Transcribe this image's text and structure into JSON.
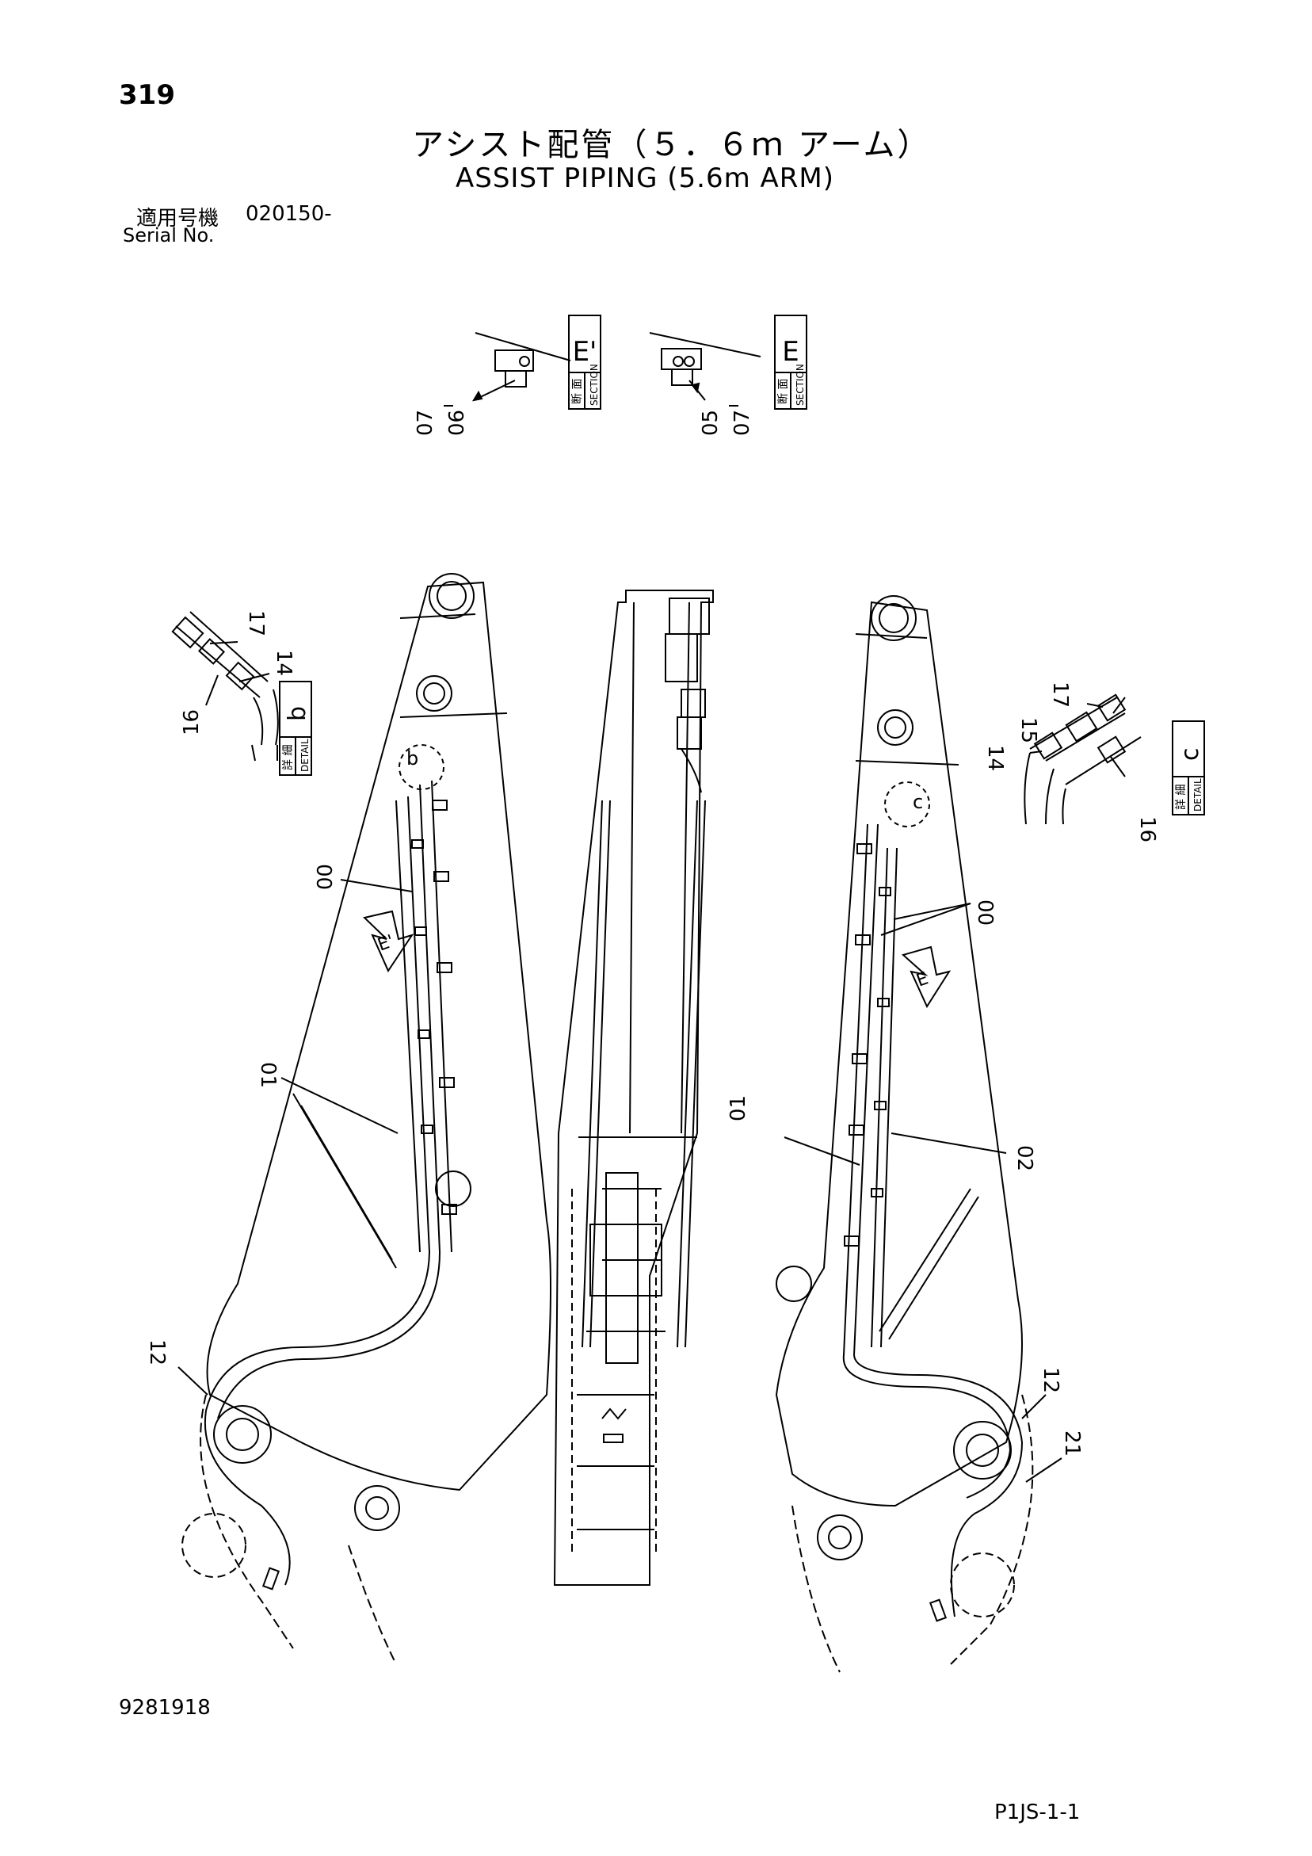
{
  "header": {
    "page_number": "319",
    "title_jp": "アシスト配管（５．６ｍ アーム）",
    "title_en": "ASSIST PIPING (5.6m ARM)",
    "serial_jp_label": "適用号機",
    "serial_value": "020150-",
    "serial_en_label": "Serial No."
  },
  "sections": [
    {
      "letter": "E'",
      "jp": "断 面",
      "en": "SECTION",
      "callouts": [
        "07",
        "06"
      ]
    },
    {
      "letter": "E",
      "jp": "断 面",
      "en": "SECTION",
      "callouts": [
        "05",
        "07"
      ]
    }
  ],
  "details": [
    {
      "letter": "b",
      "jp": "詳 細",
      "en": "DETAIL",
      "callouts": [
        "17",
        "14",
        "16"
      ]
    },
    {
      "letter": "c",
      "jp": "詳 細",
      "en": "DETAIL",
      "callouts": [
        "15",
        "17",
        "14",
        "16"
      ]
    }
  ],
  "left_arm_labels": {
    "pipe_upper": "00",
    "pipe_lower": "01",
    "hose": "12",
    "view_arrow": "E'",
    "detail_circle": "b"
  },
  "right_arm_labels": {
    "pipe_upper": "00",
    "pipe_lower": "01",
    "pipe_second": "02",
    "hose": "12",
    "clamp": "21",
    "view_arrow": "E",
    "detail_circle": "c"
  },
  "footer": {
    "doc_number": "9281918",
    "page_code": "P1JS-1-1"
  }
}
